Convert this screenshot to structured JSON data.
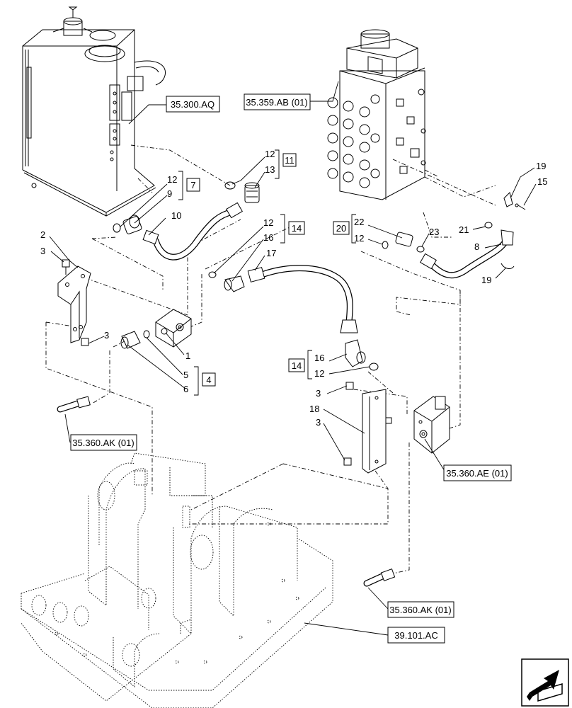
{
  "references": {
    "tank": "35.300.AQ",
    "control_valve": "35.359.AB (01)",
    "line_left": "35.360.AK (01)",
    "valve_block": "35.360.AE (01)",
    "line_bottom": "35.360.AK (01)",
    "frame": "39.101.AC"
  },
  "callouts": {
    "c12a": "12",
    "c13": "13",
    "c11": "11",
    "c12b": "12",
    "c9": "9",
    "c7": "7",
    "c10": "10",
    "c2": "2",
    "c3a": "3",
    "c12c": "12",
    "c16a": "16",
    "c14a": "14",
    "c17": "17",
    "c22": "22",
    "c20": "20",
    "c12d": "12",
    "c23": "23",
    "c19a": "19",
    "c15": "15",
    "c21": "21",
    "c8": "8",
    "c19b": "19",
    "c3b": "3",
    "c1": "1",
    "c5": "5",
    "c4": "4",
    "c6": "6",
    "c16b": "16",
    "c14b": "14",
    "c12e": "12",
    "c3c": "3",
    "c18": "18",
    "c3d": "3"
  },
  "icons": {
    "nav": "arrow-left-down-icon"
  }
}
